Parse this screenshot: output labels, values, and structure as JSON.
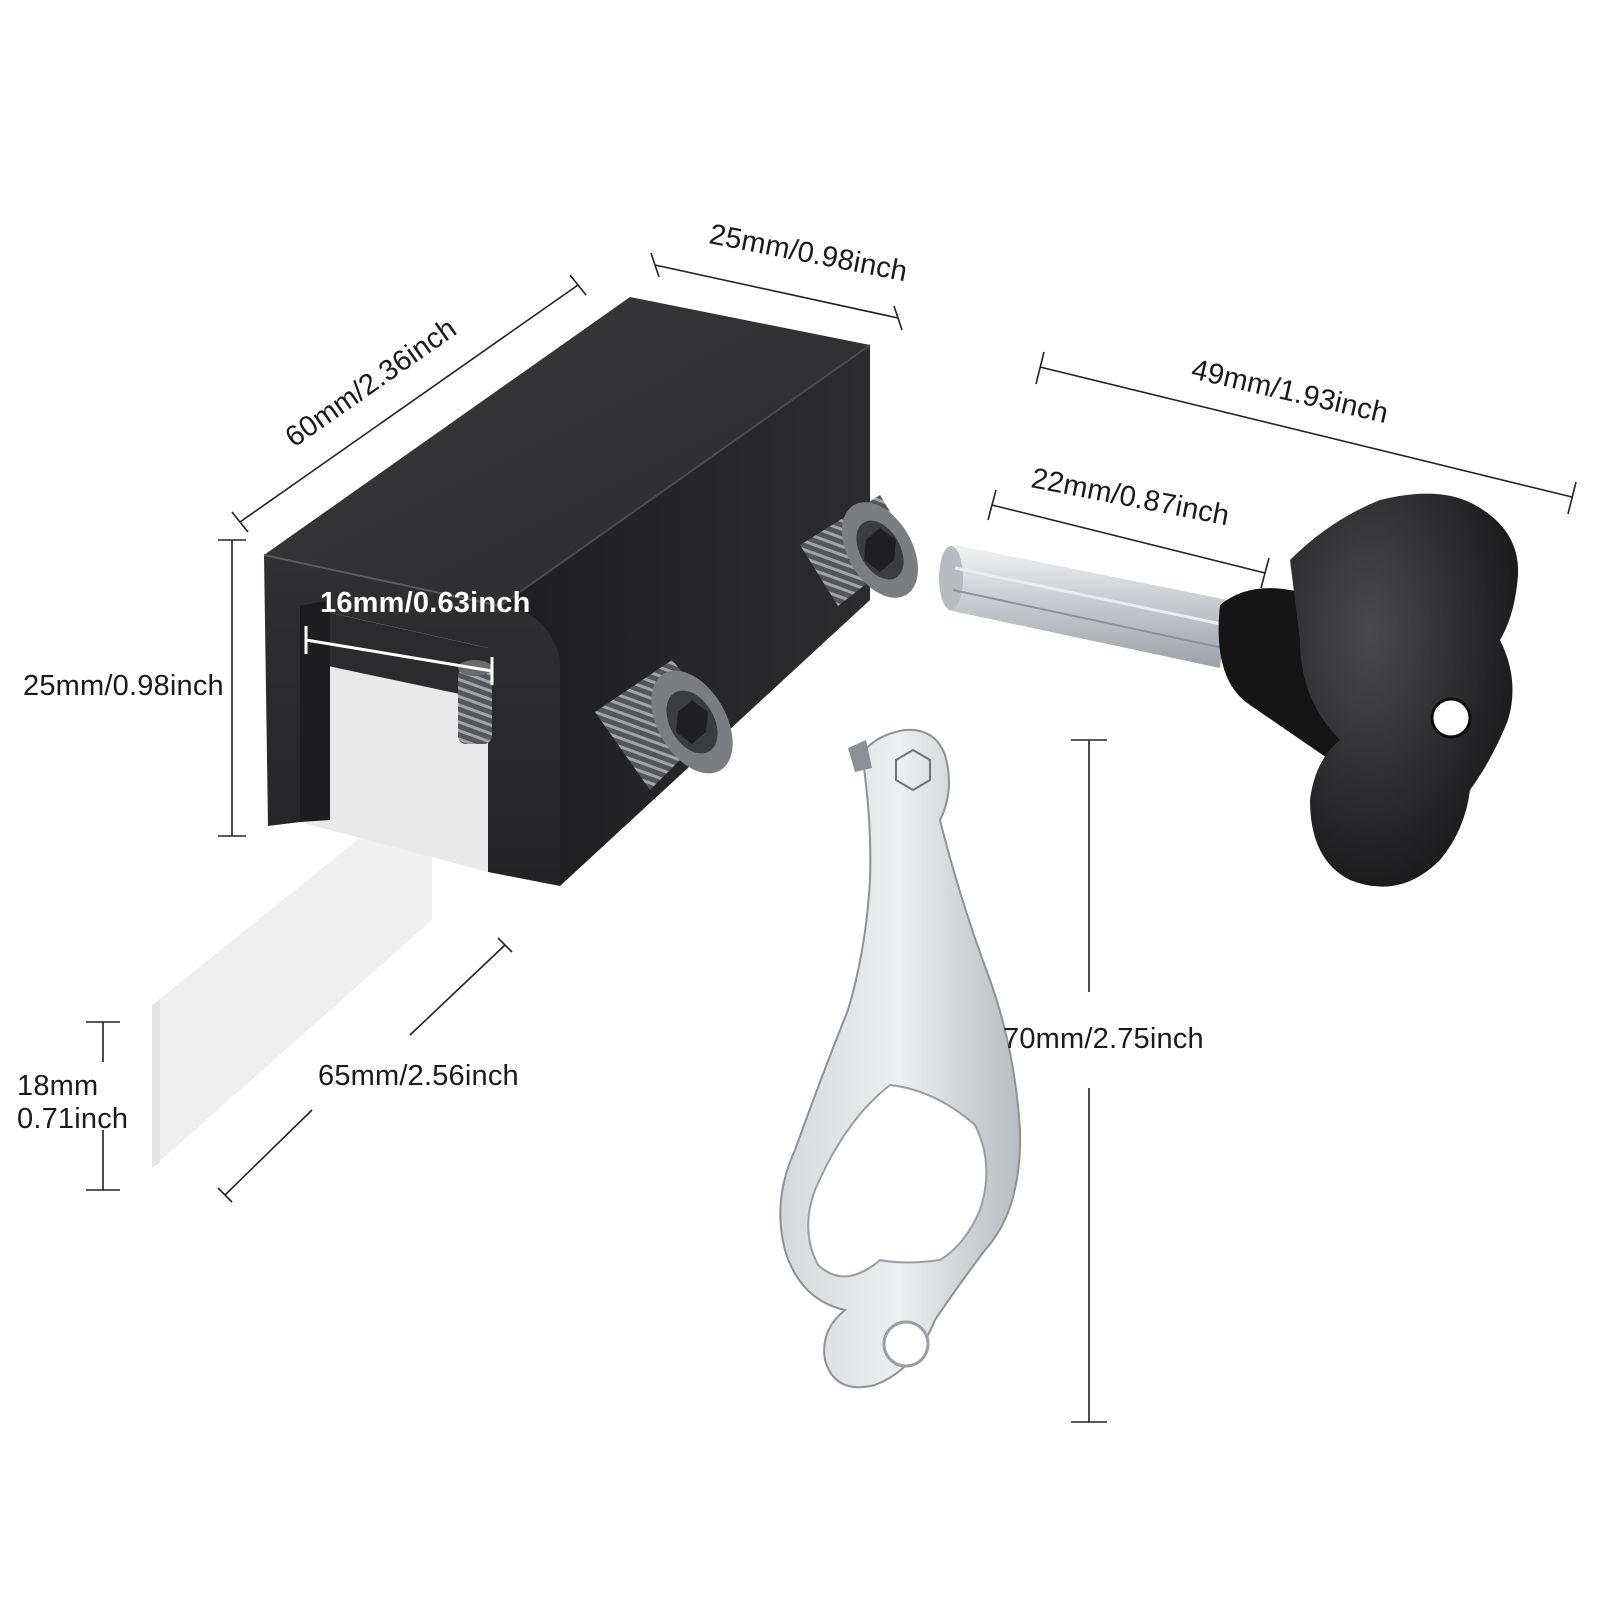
{
  "colors": {
    "background": "#ffffff",
    "lock_body": "#2a2a2c",
    "metal": "#c9ccd0",
    "key_handle": "#1c1c1c",
    "dimension_line": "#222222"
  },
  "components": {
    "lock_body": {
      "icon": "window-lock-body-icon"
    },
    "screw_top": {
      "icon": "hex-screw-icon"
    },
    "screw_front": {
      "icon": "hex-screw-icon"
    },
    "screw_inner": {
      "icon": "hex-screw-icon"
    },
    "hex_key": {
      "icon": "hex-key-icon"
    },
    "flat_wrench": {
      "icon": "flat-wrench-icon"
    },
    "window_frame": {
      "icon": "window-frame-icon"
    }
  },
  "dimensions": {
    "lock_length": "60mm/2.36inch",
    "lock_width": "25mm/0.98inch",
    "lock_height": "25mm/0.98inch",
    "slot_width": "16mm/0.63inch",
    "frame_length": "65mm/2.56inch",
    "frame_thickness_mm": "18mm",
    "frame_thickness_inch": "0.71inch",
    "key_total_length": "49mm/1.93inch",
    "key_shaft_length": "22mm/0.87inch",
    "wrench_length": "70mm/2.75inch"
  }
}
